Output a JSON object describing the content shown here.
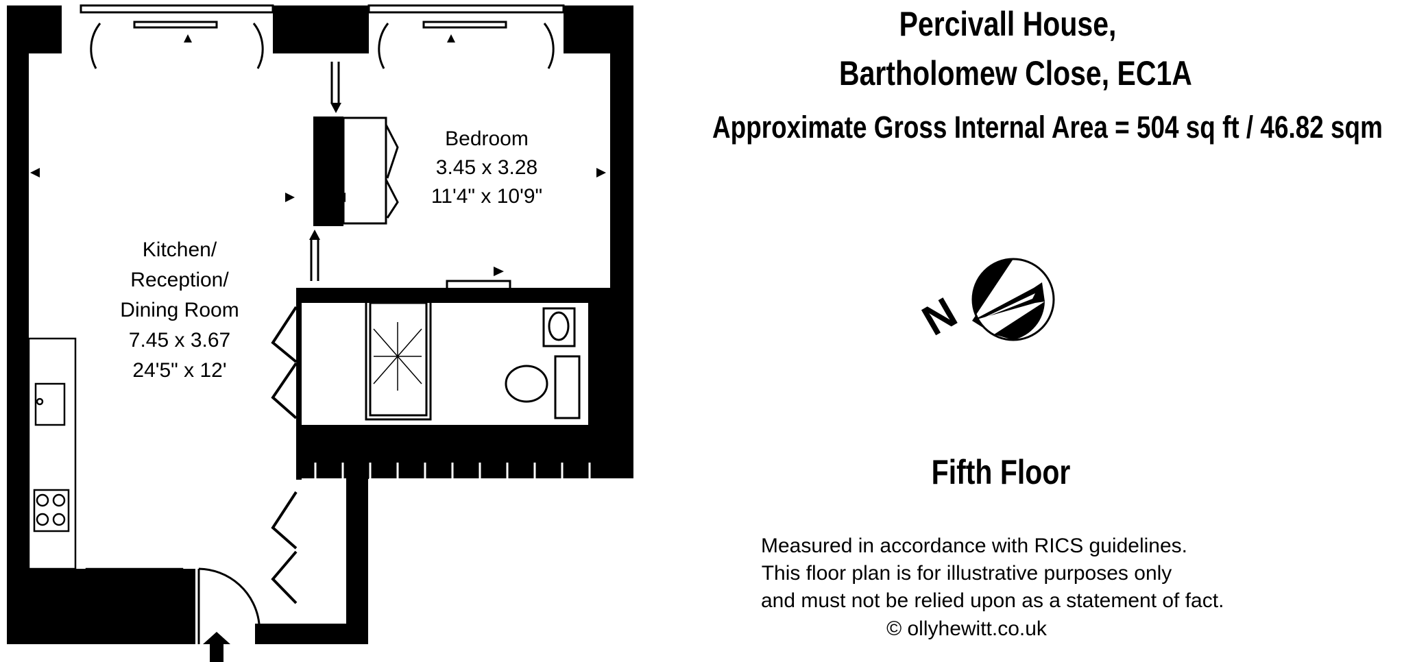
{
  "property": {
    "name_line1": "Percivall House,",
    "name_line2": "Bartholomew Close, EC1A",
    "area": "Approximate Gross Internal Area = 504 sq ft / 46.82 sqm"
  },
  "floor_label": "Fifth Floor",
  "rooms": {
    "bedroom": {
      "name": "Bedroom",
      "metric": "3.45 x 3.28",
      "imperial": "11'4\" x 10'9\""
    },
    "kitchen": {
      "line1": "Kitchen/",
      "line2": "Reception/",
      "line3": "Dining Room",
      "metric": "7.45 x 3.67",
      "imperial": "24'5\" x 12'"
    }
  },
  "compass": {
    "label": "N"
  },
  "disclaimer": {
    "line1": "Measured in accordance with RICS guidelines.",
    "line2": "This floor plan is for illustrative purposes only",
    "line3": "and must not be relied upon as a statement of fact.",
    "line4": "© ollyhewitt.co.uk"
  },
  "colors": {
    "wall": "#000000",
    "background": "#ffffff"
  }
}
